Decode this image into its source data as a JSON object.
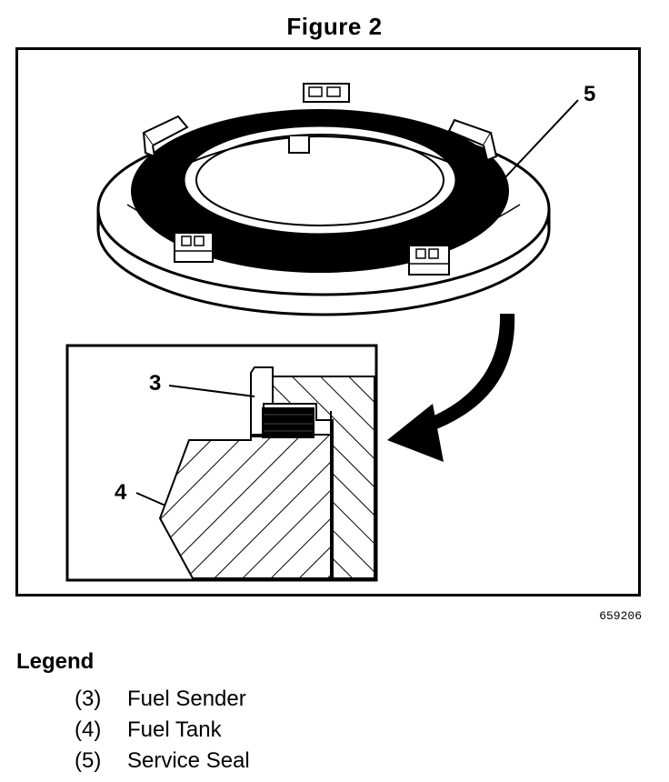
{
  "figure": {
    "title": "Figure 2",
    "id_code": "659206"
  },
  "callouts": {
    "label_3": "3",
    "label_4": "4",
    "label_5": "5"
  },
  "legend": {
    "title": "Legend",
    "items": [
      {
        "number": "(3)",
        "label": "Fuel Sender"
      },
      {
        "number": "(4)",
        "label": "Fuel Tank"
      },
      {
        "number": "(5)",
        "label": "Service Seal"
      }
    ]
  }
}
